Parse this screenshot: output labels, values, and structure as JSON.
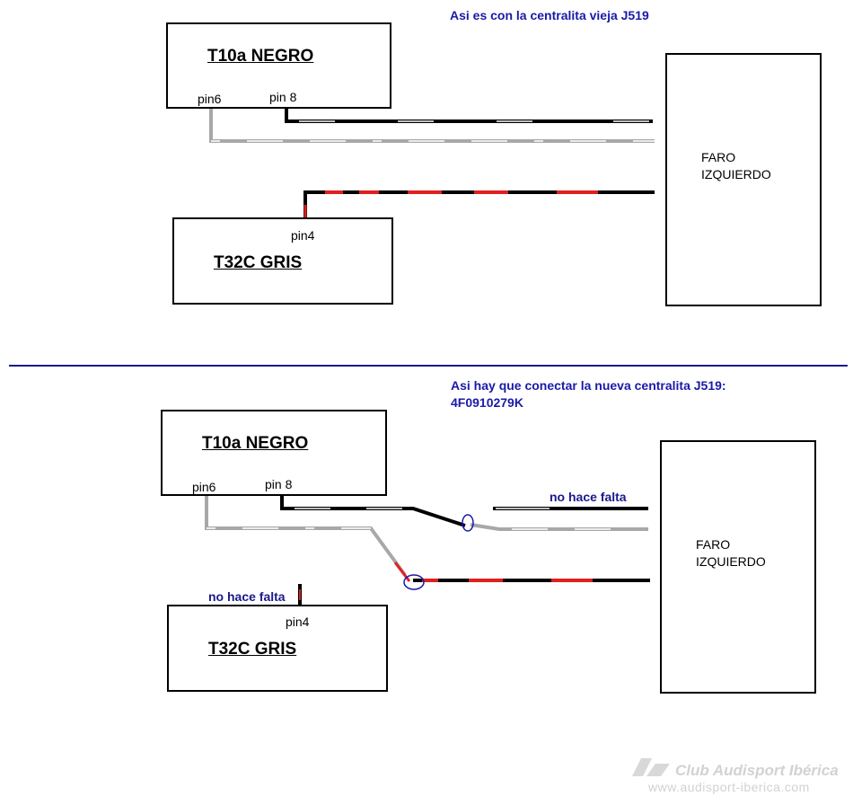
{
  "top": {
    "caption": "Asi es con la centralita vieja J519",
    "connector_a": {
      "name": "T10a NEGRO",
      "pin_left": "pin6",
      "pin_right": "pin 8"
    },
    "connector_b": {
      "name": "T32C GRIS",
      "pin": "pin4"
    },
    "lamp": {
      "line1": "FARO",
      "line2": "IZQUIERDO"
    }
  },
  "bottom": {
    "caption_line1": "Asi hay que conectar la nueva centralita J519:",
    "caption_line2": "4F0910279K",
    "connector_a": {
      "name": "T10a NEGRO",
      "pin_left": "pin6",
      "pin_right": "pin 8"
    },
    "connector_b": {
      "name": "T32C GRIS",
      "pin": "pin4"
    },
    "lamp": {
      "line1": "FARO",
      "line2": "IZQUIERDO"
    },
    "note_top": "no hace falta",
    "note_bottom": "no hace falta"
  },
  "watermark": {
    "line1": "Club Audisport Ibérica",
    "line2": "www.audisport-iberica.com"
  },
  "colors": {
    "wire_black": "#000000",
    "wire_grey": "#a8a8a8",
    "wire_red": "#e02020",
    "annotation_blue": "#1a1aa8",
    "separator": "#1a1a8c"
  }
}
